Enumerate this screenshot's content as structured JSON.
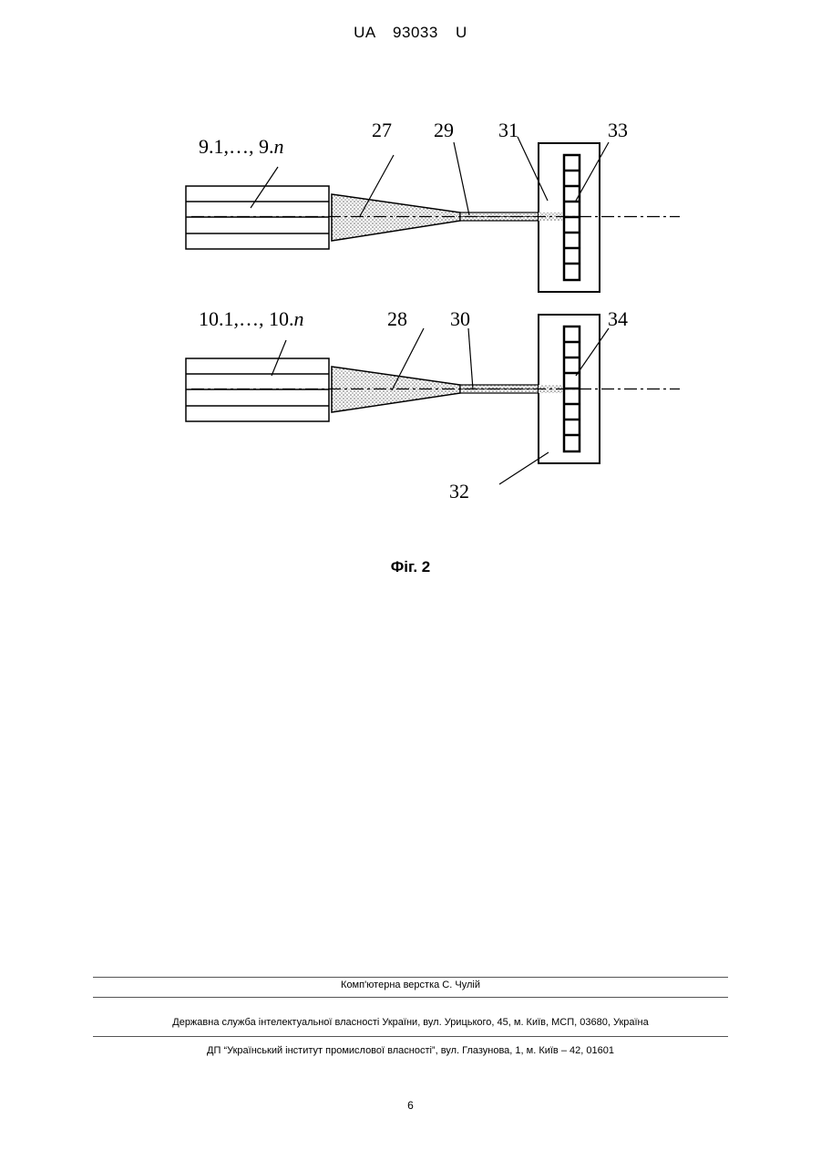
{
  "header": {
    "doc_number": "UA   93033   U"
  },
  "figure": {
    "caption": "Фіг. 2",
    "upper": {
      "bundle": "9.1,…, 9.",
      "bundle_n": "n",
      "taper": "27",
      "fiber": "29",
      "plate": "31",
      "array": "33"
    },
    "lower": {
      "bundle": "10.1,…, 10.",
      "bundle_n": "n",
      "taper": "28",
      "fiber": "30",
      "plate": "32",
      "array": "34"
    }
  },
  "footer": {
    "line1": "Комп'ютерна верстка С. Чулій",
    "line2": "Державна служба інтелектуальної власності України, вул. Урицького, 45, м. Київ, МСП, 03680, Україна",
    "line3": "ДП “Український інститут промислової власності”, вул. Глазунова, 1, м. Київ – 42, 01601"
  },
  "page_number": "6"
}
